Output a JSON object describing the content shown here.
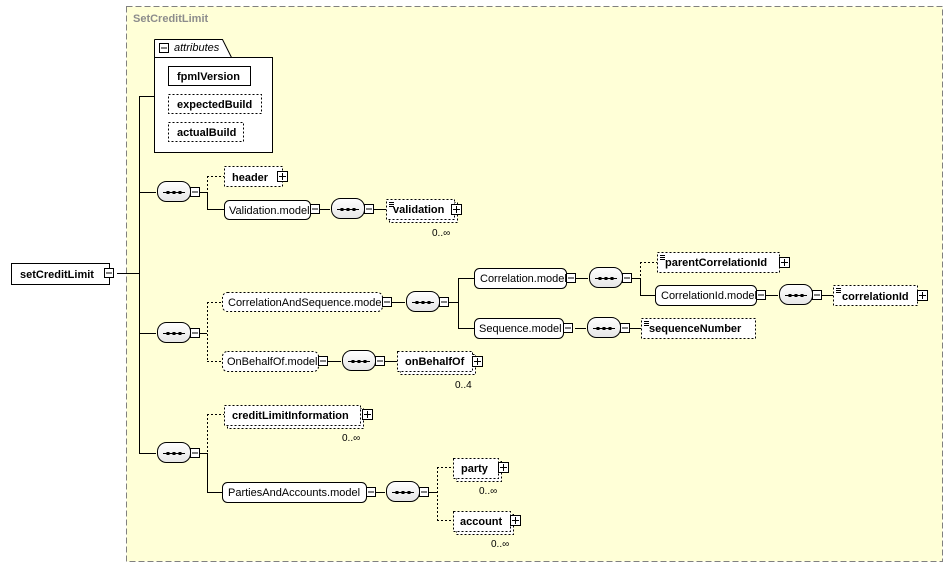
{
  "complex_type": "SetCreditLimit",
  "root_element": "setCreditLimit",
  "attributes_group": {
    "label": "attributes",
    "items": [
      "fpmlVersion",
      "expectedBuild",
      "actualBuild"
    ]
  },
  "elements": {
    "header": "header",
    "validation_model": "Validation.model",
    "validation": "validation",
    "correlation_and_sequence_model": "CorrelationAndSequence.model",
    "correlation_model": "Correlation.model",
    "parent_correlation_id": "parentCorrelationId",
    "correlation_id_model": "CorrelationId.model",
    "correlation_id": "correlationId",
    "sequence_model": "Sequence.model",
    "sequence_number": "sequenceNumber",
    "on_behalf_of_model": "OnBehalfOf.model",
    "on_behalf_of": "onBehalfOf",
    "credit_limit_information": "creditLimitInformation",
    "parties_and_accounts_model": "PartiesAndAccounts.model",
    "party": "party",
    "account": "account"
  },
  "occurrences": {
    "validation": "0..∞",
    "on_behalf_of": "0..4",
    "credit_limit_information": "0..∞",
    "party": "0..∞",
    "account": "0..∞"
  },
  "colors": {
    "canvas_bg": "#ffffd7",
    "box_fill": "#ffffff",
    "title_text": "#8c8c8c",
    "border": "#808080"
  }
}
